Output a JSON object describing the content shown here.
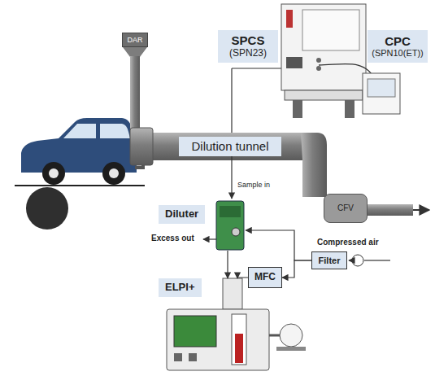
{
  "diagram": {
    "nodes": [
      {
        "text": [
          "DAR"
        ]
      },
      {
        "text": [
          "SPCS",
          "(SPN23)"
        ]
      },
      {
        "text": [
          "CPC",
          "(SPN10(ET))"
        ]
      },
      {
        "text": [
          "Dilution tunnel"
        ]
      },
      {
        "text": [
          "CFV"
        ]
      },
      {
        "text": [
          "Diluter"
        ]
      },
      {
        "text": [
          "Filter"
        ]
      },
      {
        "text": [
          "MFC"
        ]
      },
      {
        "text": [
          "ELPI+"
        ]
      }
    ],
    "edges": [
      {
        "from": 3,
        "to": 5,
        "arrow": "to"
      },
      {
        "from": 6,
        "to": 5,
        "arrow": "to"
      },
      {
        "from": 6,
        "to": 7,
        "arrow": "to"
      },
      {
        "from": 5,
        "to": 8,
        "arrow": "to"
      },
      {
        "from": 7,
        "to": 8,
        "arrow": "to"
      }
    ],
    "labels": [
      "Sample in",
      "Excess out",
      "Compressed air"
    ]
  }
}
